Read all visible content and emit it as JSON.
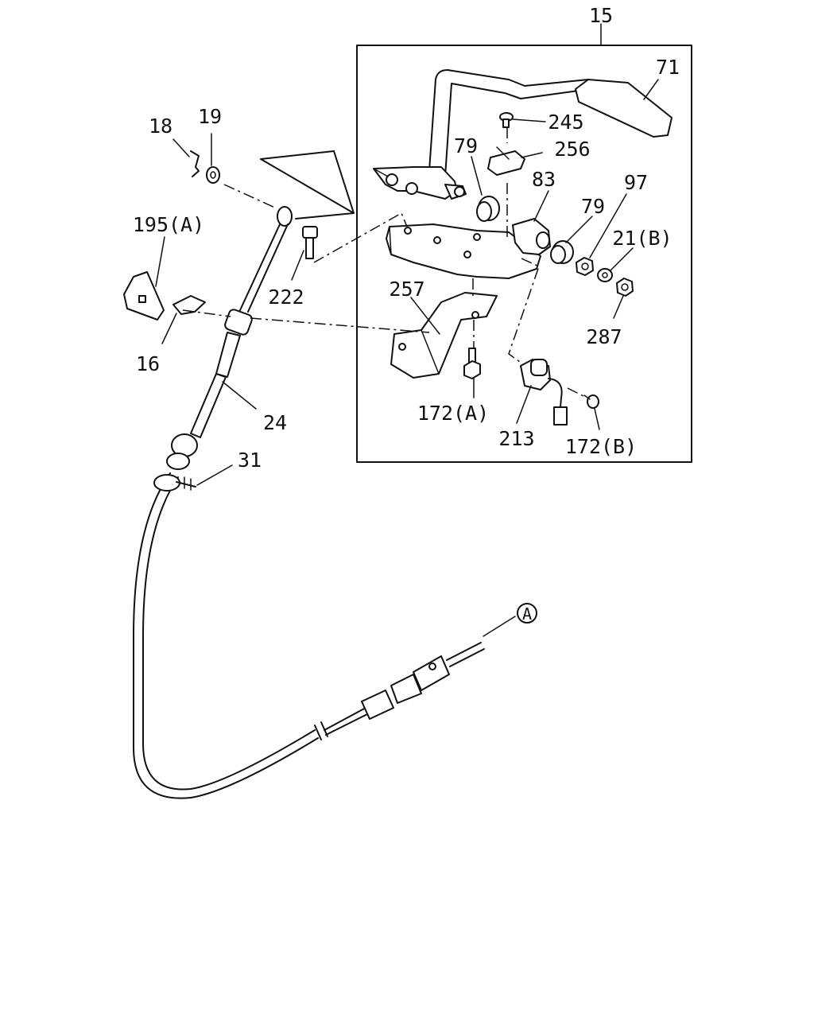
{
  "callouts": [
    {
      "id": "15",
      "label": "15"
    },
    {
      "id": "71",
      "label": "71"
    },
    {
      "id": "245",
      "label": "245"
    },
    {
      "id": "79a",
      "label": "79"
    },
    {
      "id": "256",
      "label": "256"
    },
    {
      "id": "83",
      "label": "83"
    },
    {
      "id": "97",
      "label": "97"
    },
    {
      "id": "79b",
      "label": "79"
    },
    {
      "id": "21b",
      "label": "21(B)"
    },
    {
      "id": "287",
      "label": "287"
    },
    {
      "id": "257",
      "label": "257"
    },
    {
      "id": "222",
      "label": "222"
    },
    {
      "id": "172a",
      "label": "172(A)"
    },
    {
      "id": "213",
      "label": "213"
    },
    {
      "id": "172b",
      "label": "172(B)"
    },
    {
      "id": "18",
      "label": "18"
    },
    {
      "id": "19",
      "label": "19"
    },
    {
      "id": "195a",
      "label": "195(A)"
    },
    {
      "id": "16",
      "label": "16"
    },
    {
      "id": "24",
      "label": "24"
    },
    {
      "id": "31",
      "label": "31"
    }
  ],
  "reference_marker": {
    "label": "A"
  }
}
